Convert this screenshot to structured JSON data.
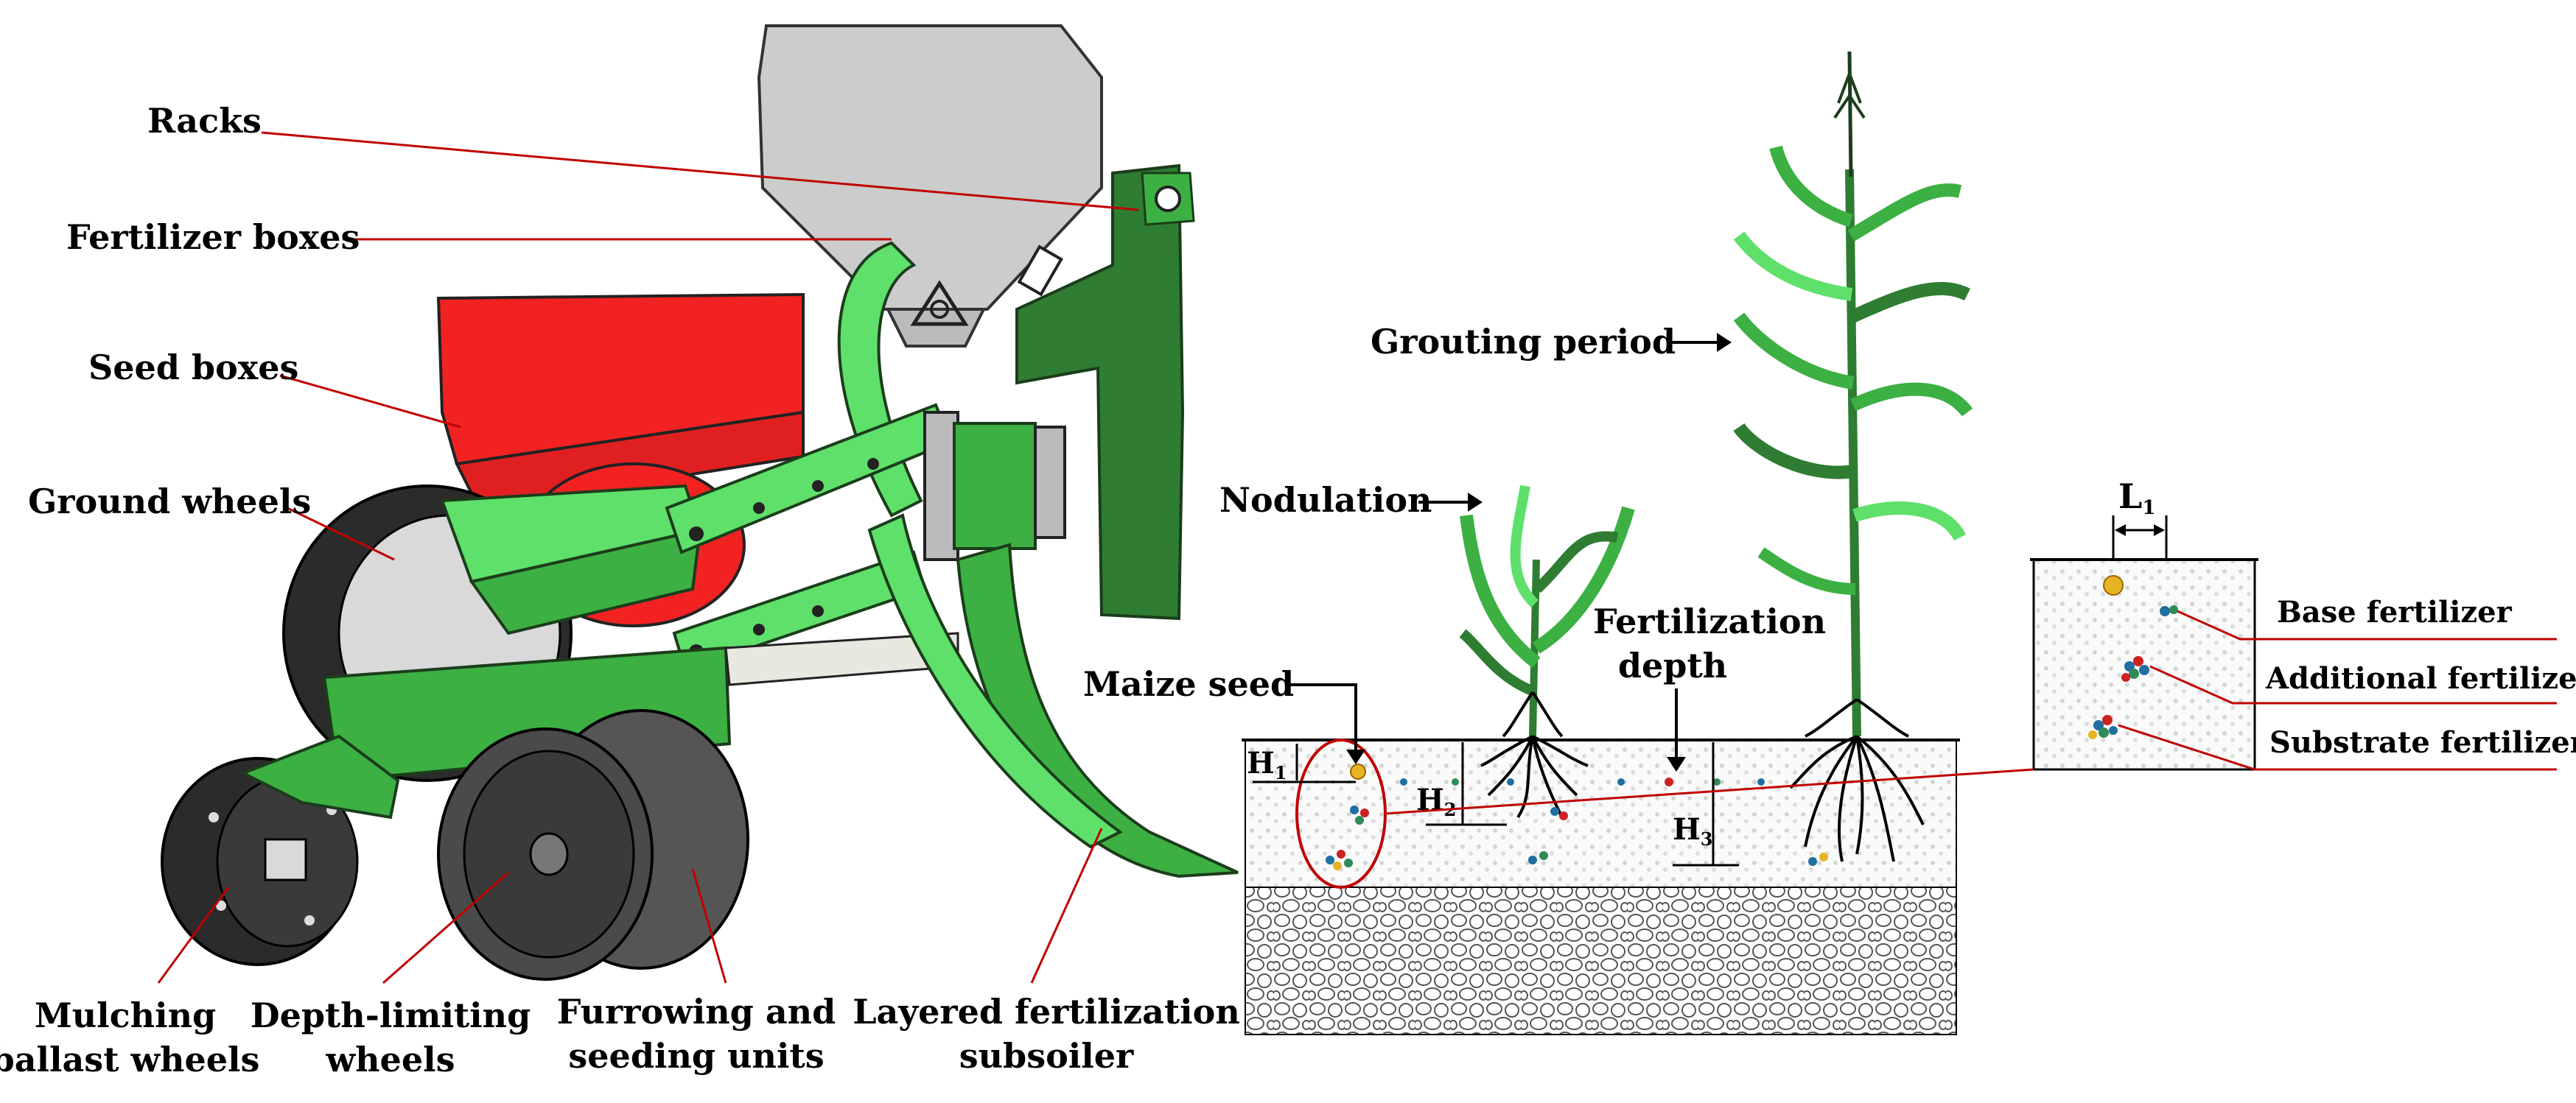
{
  "machine_labels": {
    "racks": "Racks",
    "fertilizer_boxes": "Fertilizer boxes",
    "seed_boxes": "Seed boxes",
    "ground_wheels": "Ground wheels",
    "mulching_ballast_wheels": [
      "Mulching",
      "ballast wheels"
    ],
    "depth_limiting_wheels": [
      "Depth-limiting",
      "wheels"
    ],
    "furrowing_seeding_units": [
      "Furrowing and",
      "seeding units"
    ],
    "layered_fertilization_subsoiler": [
      "Layered fertilization",
      "subsoiler"
    ]
  },
  "field_labels": {
    "grouting_period": "Grouting period",
    "nodulation": "Nodulation",
    "fertilization_depth": [
      "Fertilization",
      "depth"
    ],
    "maize_seed": "Maize seed",
    "h1": "H",
    "h1_sub": "1",
    "h2": "H",
    "h2_sub": "2",
    "h3": "H",
    "h3_sub": "3"
  },
  "detail_labels": {
    "l1": "L",
    "l1_sub": "1",
    "base_fertilizer": "Base fertilizer",
    "additional_fertilizer": "Additional fertilizer",
    "substrate_fertilizer": "Substrate fertilizer"
  },
  "colors": {
    "machine_green": "#3cb043",
    "machine_dark_green": "#2e7d32",
    "light_green": "#5ee06a",
    "seed_box_red": "#f22222",
    "hopper_gray": "#cccccc",
    "wheel_dark": "#3a3a3a",
    "leader_red": "#c00000",
    "soil_pattern": "#e8e8e8"
  }
}
